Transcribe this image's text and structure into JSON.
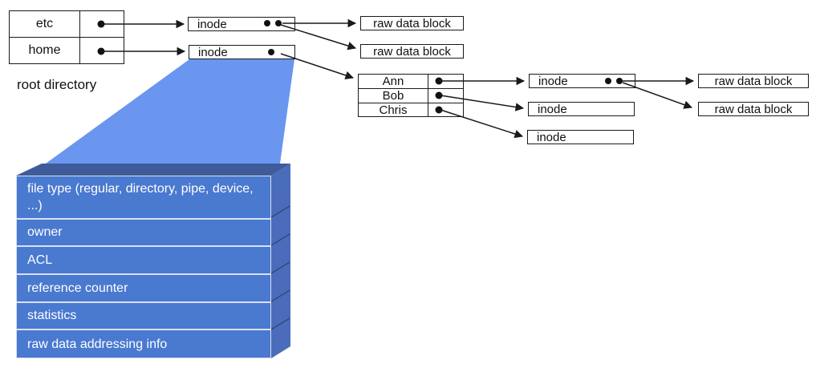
{
  "labels": {
    "inode": "inode",
    "raw_data_block": "raw data block",
    "root_directory_caption": "root directory"
  },
  "root_directory": {
    "entries": [
      "etc",
      "home"
    ]
  },
  "home_directory": {
    "entries": [
      "Ann",
      "Bob",
      "Chris"
    ]
  },
  "inode_detail": {
    "fields": [
      "file type (regular, directory, pipe, device, ...)",
      "owner",
      "ACL",
      "reference counter",
      "statistics",
      "raw data addressing info"
    ]
  },
  "colors": {
    "funnel": "#6a96f0",
    "block_face": "#4a79d0",
    "block_top": "#3d5c99",
    "block_side": "#4a6cba",
    "block_edge_line": "#2e4a80",
    "line": "#1a1a1a"
  }
}
